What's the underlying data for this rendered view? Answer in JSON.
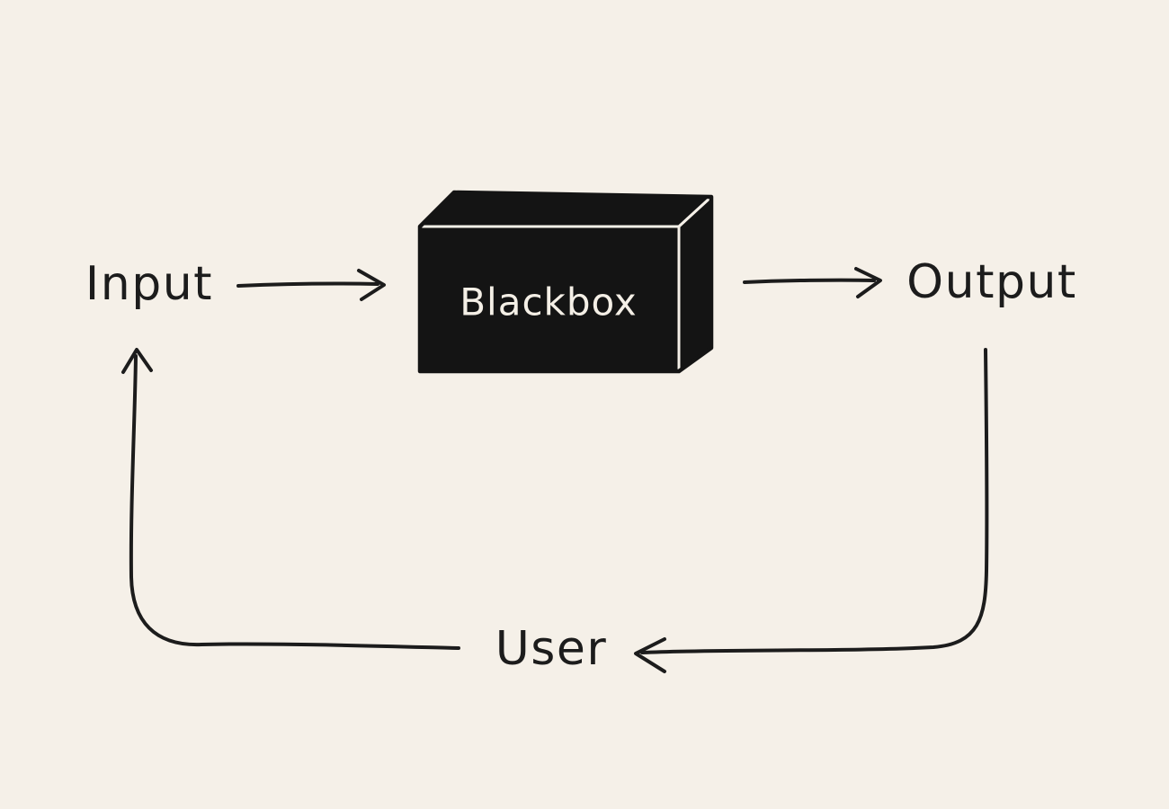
{
  "title": "Blackbox feedback loop diagram",
  "colors": {
    "background": "#f5f0e8",
    "ink": "#1c1c1c",
    "box_fill": "#141414",
    "box_text": "#f4efe6"
  },
  "diagram": {
    "type": "flow",
    "style": "hand-drawn",
    "nodes": {
      "input": {
        "label": "Input",
        "shape": "text"
      },
      "blackbox": {
        "label": "Blackbox",
        "shape": "3d-box",
        "fill": "#141414"
      },
      "output": {
        "label": "Output",
        "shape": "text"
      },
      "user": {
        "label": "User",
        "shape": "text"
      }
    },
    "edges": [
      {
        "from": "input",
        "to": "blackbox",
        "style": "straight-arrow-right"
      },
      {
        "from": "blackbox",
        "to": "output",
        "style": "straight-arrow-right"
      },
      {
        "from": "output",
        "to": "user",
        "style": "rounded-corner-arrow-down-left"
      },
      {
        "from": "user",
        "to": "input",
        "style": "rounded-corner-arrow-left-up"
      }
    ]
  }
}
